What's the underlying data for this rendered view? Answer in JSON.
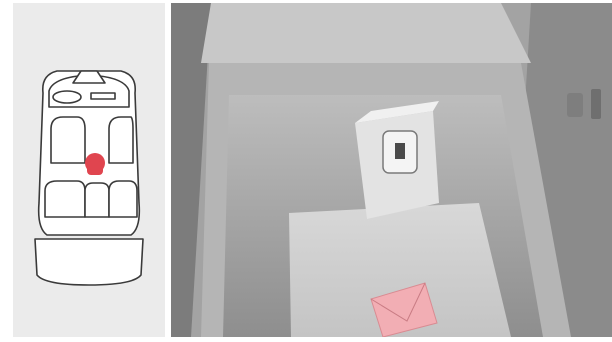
{
  "figure": {
    "left_panel": {
      "icon": "car-top-view-icon",
      "highlight_color": "#e0454f",
      "highlight_zone": "center-console"
    },
    "right_panel": {
      "icon": "console-storage-photo",
      "highlight_color": "#f2aeb4",
      "highlight_item": "charging-pad-envelope"
    }
  }
}
